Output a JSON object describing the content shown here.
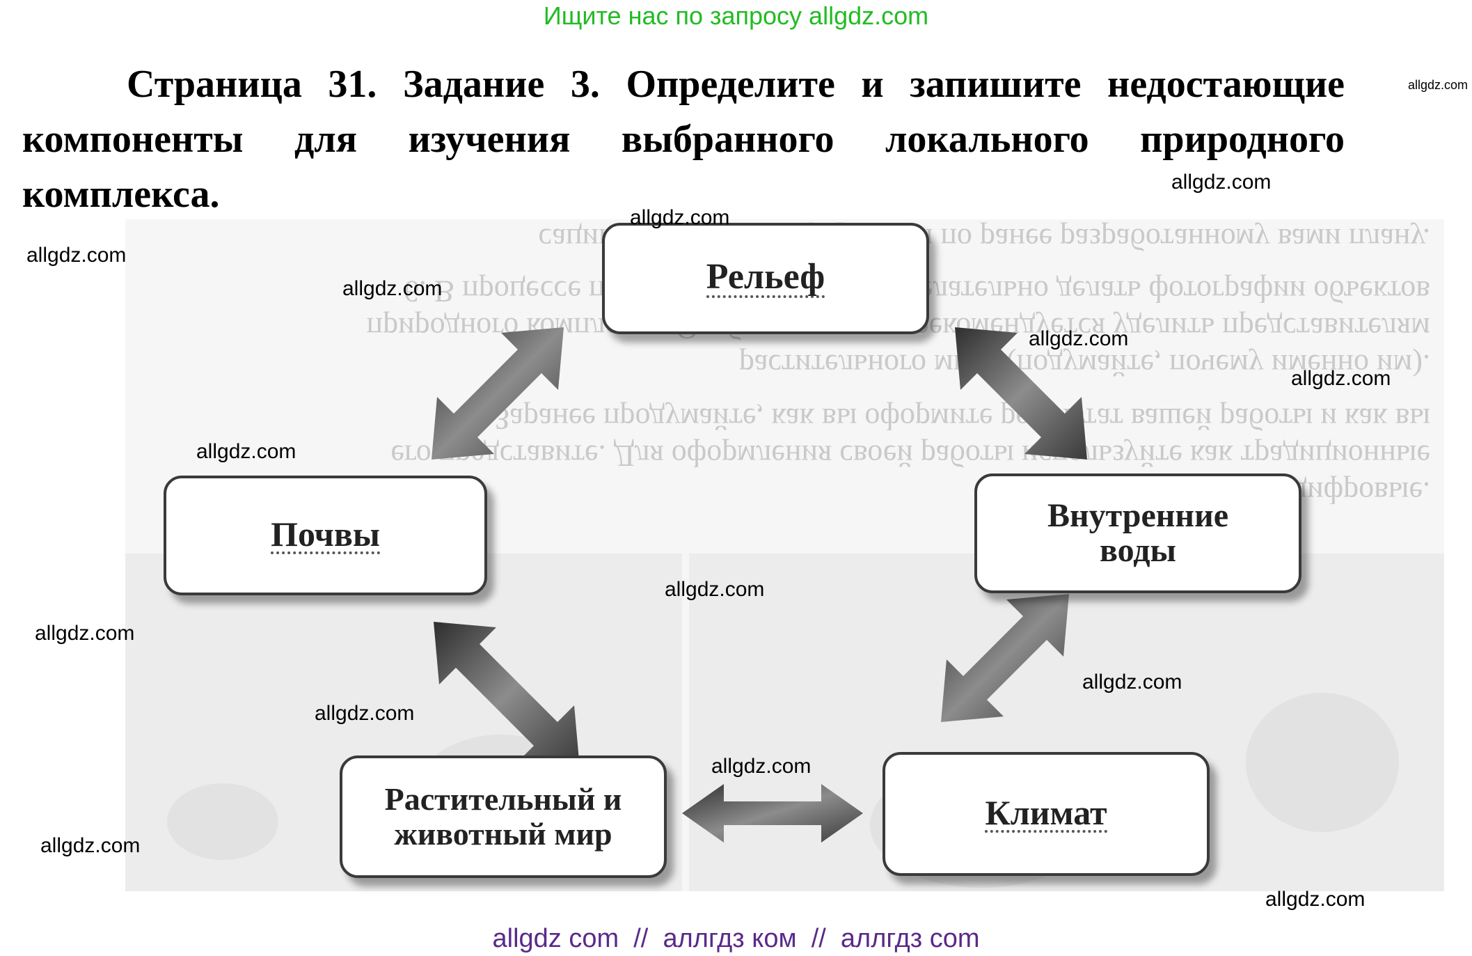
{
  "header": {
    "banner": "Ищите нас по запросу allgdz.com",
    "banner_color": "#22bb22"
  },
  "task": {
    "text": "Страница 31. Задание 3. Определите и запишите недостающие компоненты для изучения выбранного локального природного комплекса."
  },
  "scan_background": {
    "lines": [
      "сации собранной информации по ранее разработанному вами плану.",
      "6. В процессе полевого исследования желательно делать фотографии объектов",
      "природного комплекса. Особое внимание рекомендуется уделить представителям",
      "растительного мира (подумайте, почему именно им).",
      "7. Заранее продумайте, как вы оформите результат вашей работы и как вы",
      "его представите. Для оформления своей работы используйте как традиционные",
      "средства, так и цифровые."
    ]
  },
  "diagram": {
    "nodes": {
      "relief": "Рельеф",
      "soils": "Почвы",
      "waters_line1": "Внутренние",
      "waters_line2": "воды",
      "flora_line1": "Растительный и",
      "flora_line2": "животный мир",
      "climate": "Климат"
    },
    "arrow_color": "#4a4a4a"
  },
  "watermarks": [
    "allgdz.com",
    "allgdz.com",
    "allgdz.com",
    "allgdz.com",
    "allgdz.com",
    "allgdz.com",
    "allgdz.com",
    "allgdz.com",
    "allgdz.com",
    "allgdz.com",
    "allgdz.com",
    "allgdz.com",
    "allgdz.com",
    "allgdz.com",
    "allgdz.com"
  ],
  "footer": {
    "banner": "allgdz com  //  аллгдз ком  //  аллгдз com",
    "banner_color": "#5a2a8a"
  }
}
